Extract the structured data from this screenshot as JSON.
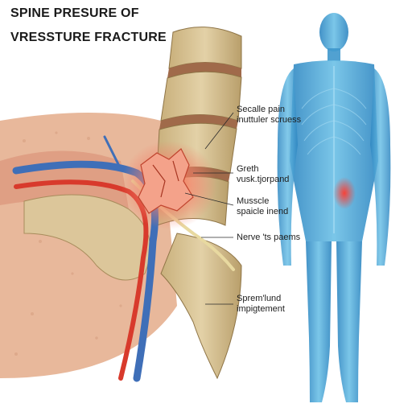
{
  "title": {
    "line1": "SPINE PRESURE OF",
    "line2": "VRESSTURE FRACTURE"
  },
  "callouts": [
    {
      "line1": "Secalle pain",
      "line2": "inuttuler scruess"
    },
    {
      "line1": "Greth",
      "line2": "vusk.tjorpand"
    },
    {
      "line1": "Musscle",
      "line2": "spaicle inend"
    },
    {
      "line1": "Nerve 'ts paems",
      "line2": ""
    },
    {
      "line1": "Sprem'lund",
      "line2": "impigtement"
    }
  ],
  "colors": {
    "bone": "#d9c497",
    "bone_dark": "#b49a66",
    "tissue": "#e7b89c",
    "artery": "#d83a2c",
    "vein": "#3f6fb8",
    "inflammation": "#ef5b3f",
    "body_blue": "#4aa5d6",
    "pain_spot": "#e0453a"
  }
}
